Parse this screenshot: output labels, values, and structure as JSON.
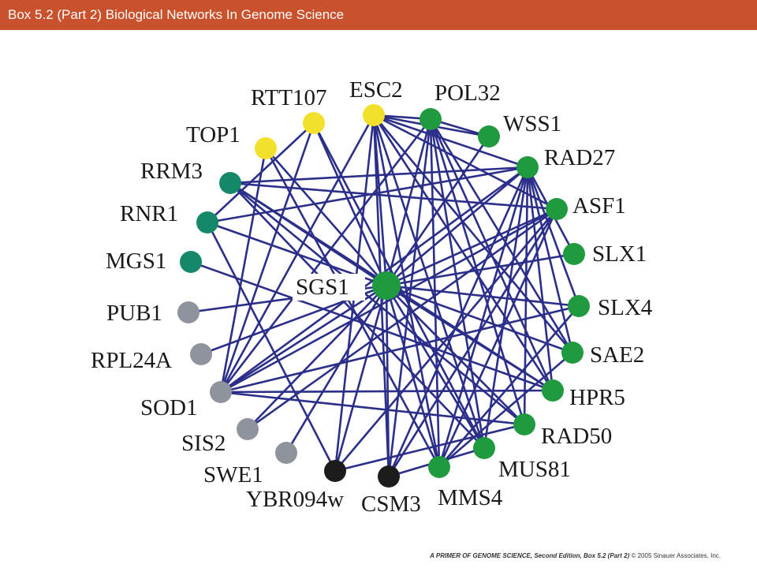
{
  "header": {
    "title": "Box 5.2 (Part 2)  Biological Networks In Genome Science"
  },
  "colors": {
    "header_bg": "#c9522c",
    "edge": "#2b2f8a",
    "yellow": "#f2e02a",
    "green": "#1f9a3e",
    "teal": "#16886a",
    "gray": "#8f939b",
    "black": "#1c1c1c"
  },
  "network": {
    "center": {
      "id": "SGS1",
      "label": "SGS1",
      "color": "green"
    },
    "nodes": [
      {
        "id": "TOP1",
        "label": "TOP1",
        "color": "yellow"
      },
      {
        "id": "RTT107",
        "label": "RTT107",
        "color": "yellow"
      },
      {
        "id": "ESC2",
        "label": "ESC2",
        "color": "yellow"
      },
      {
        "id": "POL32",
        "label": "POL32",
        "color": "green"
      },
      {
        "id": "WSS1",
        "label": "WSS1",
        "color": "green"
      },
      {
        "id": "RAD27",
        "label": "RAD27",
        "color": "green"
      },
      {
        "id": "ASF1",
        "label": "ASF1",
        "color": "green"
      },
      {
        "id": "SLX1",
        "label": "SLX1",
        "color": "green"
      },
      {
        "id": "SLX4",
        "label": "SLX4",
        "color": "green"
      },
      {
        "id": "SAE2",
        "label": "SAE2",
        "color": "green"
      },
      {
        "id": "HPR5",
        "label": "HPR5",
        "color": "green"
      },
      {
        "id": "RAD50",
        "label": "RAD50",
        "color": "green"
      },
      {
        "id": "MUS81",
        "label": "MUS81",
        "color": "green"
      },
      {
        "id": "MMS4",
        "label": "MMS4",
        "color": "green"
      },
      {
        "id": "CSM3",
        "label": "CSM3",
        "color": "black"
      },
      {
        "id": "YBR094w",
        "label": "YBR094w",
        "color": "black"
      },
      {
        "id": "SWE1",
        "label": "SWE1",
        "color": "gray"
      },
      {
        "id": "SIS2",
        "label": "SIS2",
        "color": "gray"
      },
      {
        "id": "SOD1",
        "label": "SOD1",
        "color": "gray"
      },
      {
        "id": "RPL24A",
        "label": "RPL24A",
        "color": "gray"
      },
      {
        "id": "PUB1",
        "label": "PUB1",
        "color": "gray"
      },
      {
        "id": "MGS1",
        "label": "MGS1",
        "color": "teal"
      },
      {
        "id": "RNR1",
        "label": "RNR1",
        "color": "teal"
      },
      {
        "id": "RRM3",
        "label": "RRM3",
        "color": "teal"
      }
    ],
    "edges": [
      [
        "SGS1",
        "TOP1"
      ],
      [
        "SGS1",
        "RTT107"
      ],
      [
        "SGS1",
        "ESC2"
      ],
      [
        "SGS1",
        "POL32"
      ],
      [
        "SGS1",
        "WSS1"
      ],
      [
        "SGS1",
        "RAD27"
      ],
      [
        "SGS1",
        "ASF1"
      ],
      [
        "SGS1",
        "SLX1"
      ],
      [
        "SGS1",
        "SLX4"
      ],
      [
        "SGS1",
        "SAE2"
      ],
      [
        "SGS1",
        "HPR5"
      ],
      [
        "SGS1",
        "RAD50"
      ],
      [
        "SGS1",
        "MUS81"
      ],
      [
        "SGS1",
        "MMS4"
      ],
      [
        "SGS1",
        "CSM3"
      ],
      [
        "SGS1",
        "YBR094w"
      ],
      [
        "SGS1",
        "SWE1"
      ],
      [
        "SGS1",
        "SIS2"
      ],
      [
        "SGS1",
        "SOD1"
      ],
      [
        "SGS1",
        "RPL24A"
      ],
      [
        "SGS1",
        "PUB1"
      ],
      [
        "SGS1",
        "RNR1"
      ],
      [
        "SGS1",
        "RRM3"
      ],
      [
        "ESC2",
        "POL32"
      ],
      [
        "ESC2",
        "WSS1"
      ],
      [
        "ESC2",
        "RAD27"
      ],
      [
        "ESC2",
        "ASF1"
      ],
      [
        "ESC2",
        "SAE2"
      ],
      [
        "ESC2",
        "HPR5"
      ],
      [
        "ESC2",
        "MUS81"
      ],
      [
        "ESC2",
        "MMS4"
      ],
      [
        "ESC2",
        "CSM3"
      ],
      [
        "ESC2",
        "SOD1"
      ],
      [
        "ESC2",
        "YBR094w"
      ],
      [
        "POL32",
        "WSS1"
      ],
      [
        "POL32",
        "HPR5"
      ],
      [
        "POL32",
        "RAD50"
      ],
      [
        "POL32",
        "MUS81"
      ],
      [
        "POL32",
        "MMS4"
      ],
      [
        "POL32",
        "SOD1"
      ],
      [
        "POL32",
        "CSM3"
      ],
      [
        "POL32",
        "SAE2"
      ],
      [
        "RAD27",
        "RRM3"
      ],
      [
        "RAD27",
        "SLX1"
      ],
      [
        "RAD27",
        "SLX4"
      ],
      [
        "RAD27",
        "SAE2"
      ],
      [
        "RAD27",
        "HPR5"
      ],
      [
        "RAD27",
        "RAD50"
      ],
      [
        "RAD27",
        "MUS81"
      ],
      [
        "RAD27",
        "MMS4"
      ],
      [
        "RAD27",
        "CSM3"
      ],
      [
        "RAD27",
        "SOD1"
      ],
      [
        "RAD27",
        "RNR1"
      ],
      [
        "ASF1",
        "RRM3"
      ],
      [
        "ASF1",
        "SOD1"
      ],
      [
        "ASF1",
        "YBR094w"
      ],
      [
        "ASF1",
        "MMS4"
      ],
      [
        "ASF1",
        "CSM3"
      ],
      [
        "ASF1",
        "SIS2"
      ],
      [
        "RRM3",
        "HPR5"
      ],
      [
        "RRM3",
        "MUS81"
      ],
      [
        "RRM3",
        "RAD50"
      ],
      [
        "TOP1",
        "SOD1"
      ],
      [
        "TOP1",
        "MMS4"
      ],
      [
        "RTT107",
        "SOD1"
      ],
      [
        "RTT107",
        "RNR1"
      ],
      [
        "RTT107",
        "MUS81"
      ],
      [
        "SLX4",
        "SOD1"
      ],
      [
        "SLX4",
        "MMS4"
      ],
      [
        "SAE2",
        "MMS4"
      ],
      [
        "HPR5",
        "SOD1"
      ],
      [
        "RAD50",
        "SOD1"
      ],
      [
        "RAD50",
        "YBR094w"
      ],
      [
        "MUS81",
        "CSM3"
      ],
      [
        "RNR1",
        "YBR094w"
      ],
      [
        "MGS1",
        "HPR5"
      ]
    ]
  },
  "footer": {
    "book": "A PRIMER OF GENOME SCIENCE, Second Edition, Box 5.2 (Part 2)",
    "copyright": "© 2005 Sinauer Associates, Inc."
  }
}
